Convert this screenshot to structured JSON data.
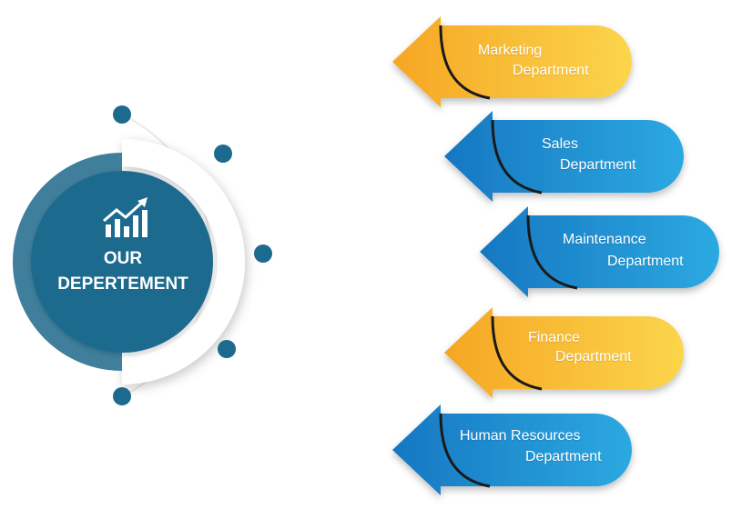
{
  "hub": {
    "title_line1": "OUR",
    "title_line2": "DEPERTEMENT",
    "icon": "growth-chart-icon",
    "color": "#1c6a8e",
    "ring_color": "#3f7f9c",
    "dot_color": "#1c6a8e"
  },
  "departments": [
    {
      "line1": "Marketing",
      "line2": "Department",
      "color": "orange"
    },
    {
      "line1": "Sales",
      "line2": "Department",
      "color": "blue"
    },
    {
      "line1": "Maintenance",
      "line2": "Department",
      "color": "blue"
    },
    {
      "line1": "Finance",
      "line2": "Department",
      "color": "orange"
    },
    {
      "line1": "Human Resources",
      "line2": "Department",
      "color": "blue"
    }
  ],
  "colors": {
    "orange_dark": "#f6a623",
    "orange_light": "#fbd54b",
    "blue_dark": "#1677c2",
    "blue_light": "#2ca9e1"
  }
}
